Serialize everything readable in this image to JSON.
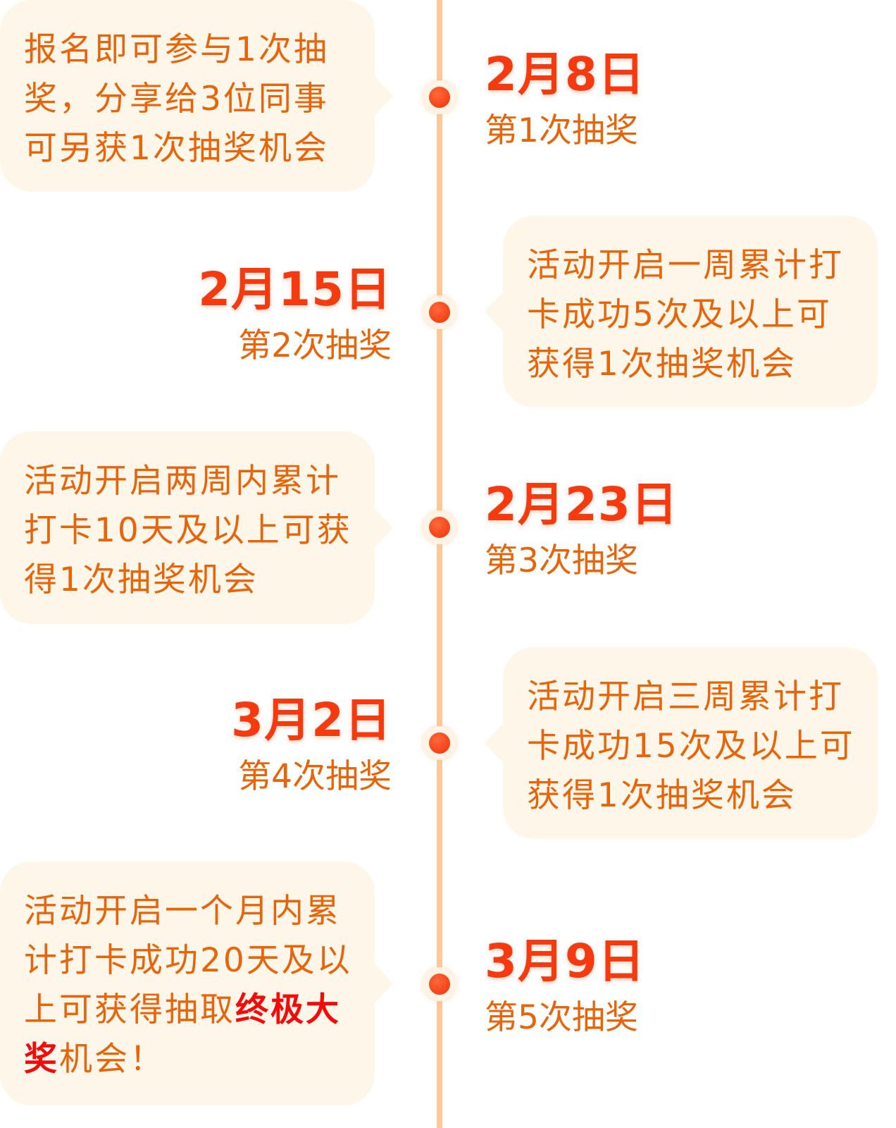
{
  "milestones": [
    {
      "date": "2月8日",
      "round": "第1次抽奖",
      "desc": "报名即可参与1次抽奖，分享给3位同事可另获1次抽奖机会"
    },
    {
      "date": "2月15日",
      "round": "第2次抽奖",
      "desc": "活动开启一周累计打卡成功5次及以上可获得1次抽奖机会"
    },
    {
      "date": "2月23日",
      "round": "第3次抽奖",
      "desc": "活动开启两周内累计打卡10天及以上可获得1次抽奖机会"
    },
    {
      "date": "3月2日",
      "round": "第4次抽奖",
      "desc": "活动开启三周累计打卡成功15次及以上可获得1次抽奖机会"
    },
    {
      "date": "3月9日",
      "round": "第5次抽奖",
      "desc_prefix": "活动开启一个月内累计打卡成功20天及以上可获得抽取",
      "desc_highlight": "终极大奖",
      "desc_suffix": "机会！"
    }
  ],
  "colors": {
    "text": "#e8640a",
    "highlight": "#f50a0a",
    "bubble": "#fff6ea",
    "line": "#ffc99b"
  }
}
